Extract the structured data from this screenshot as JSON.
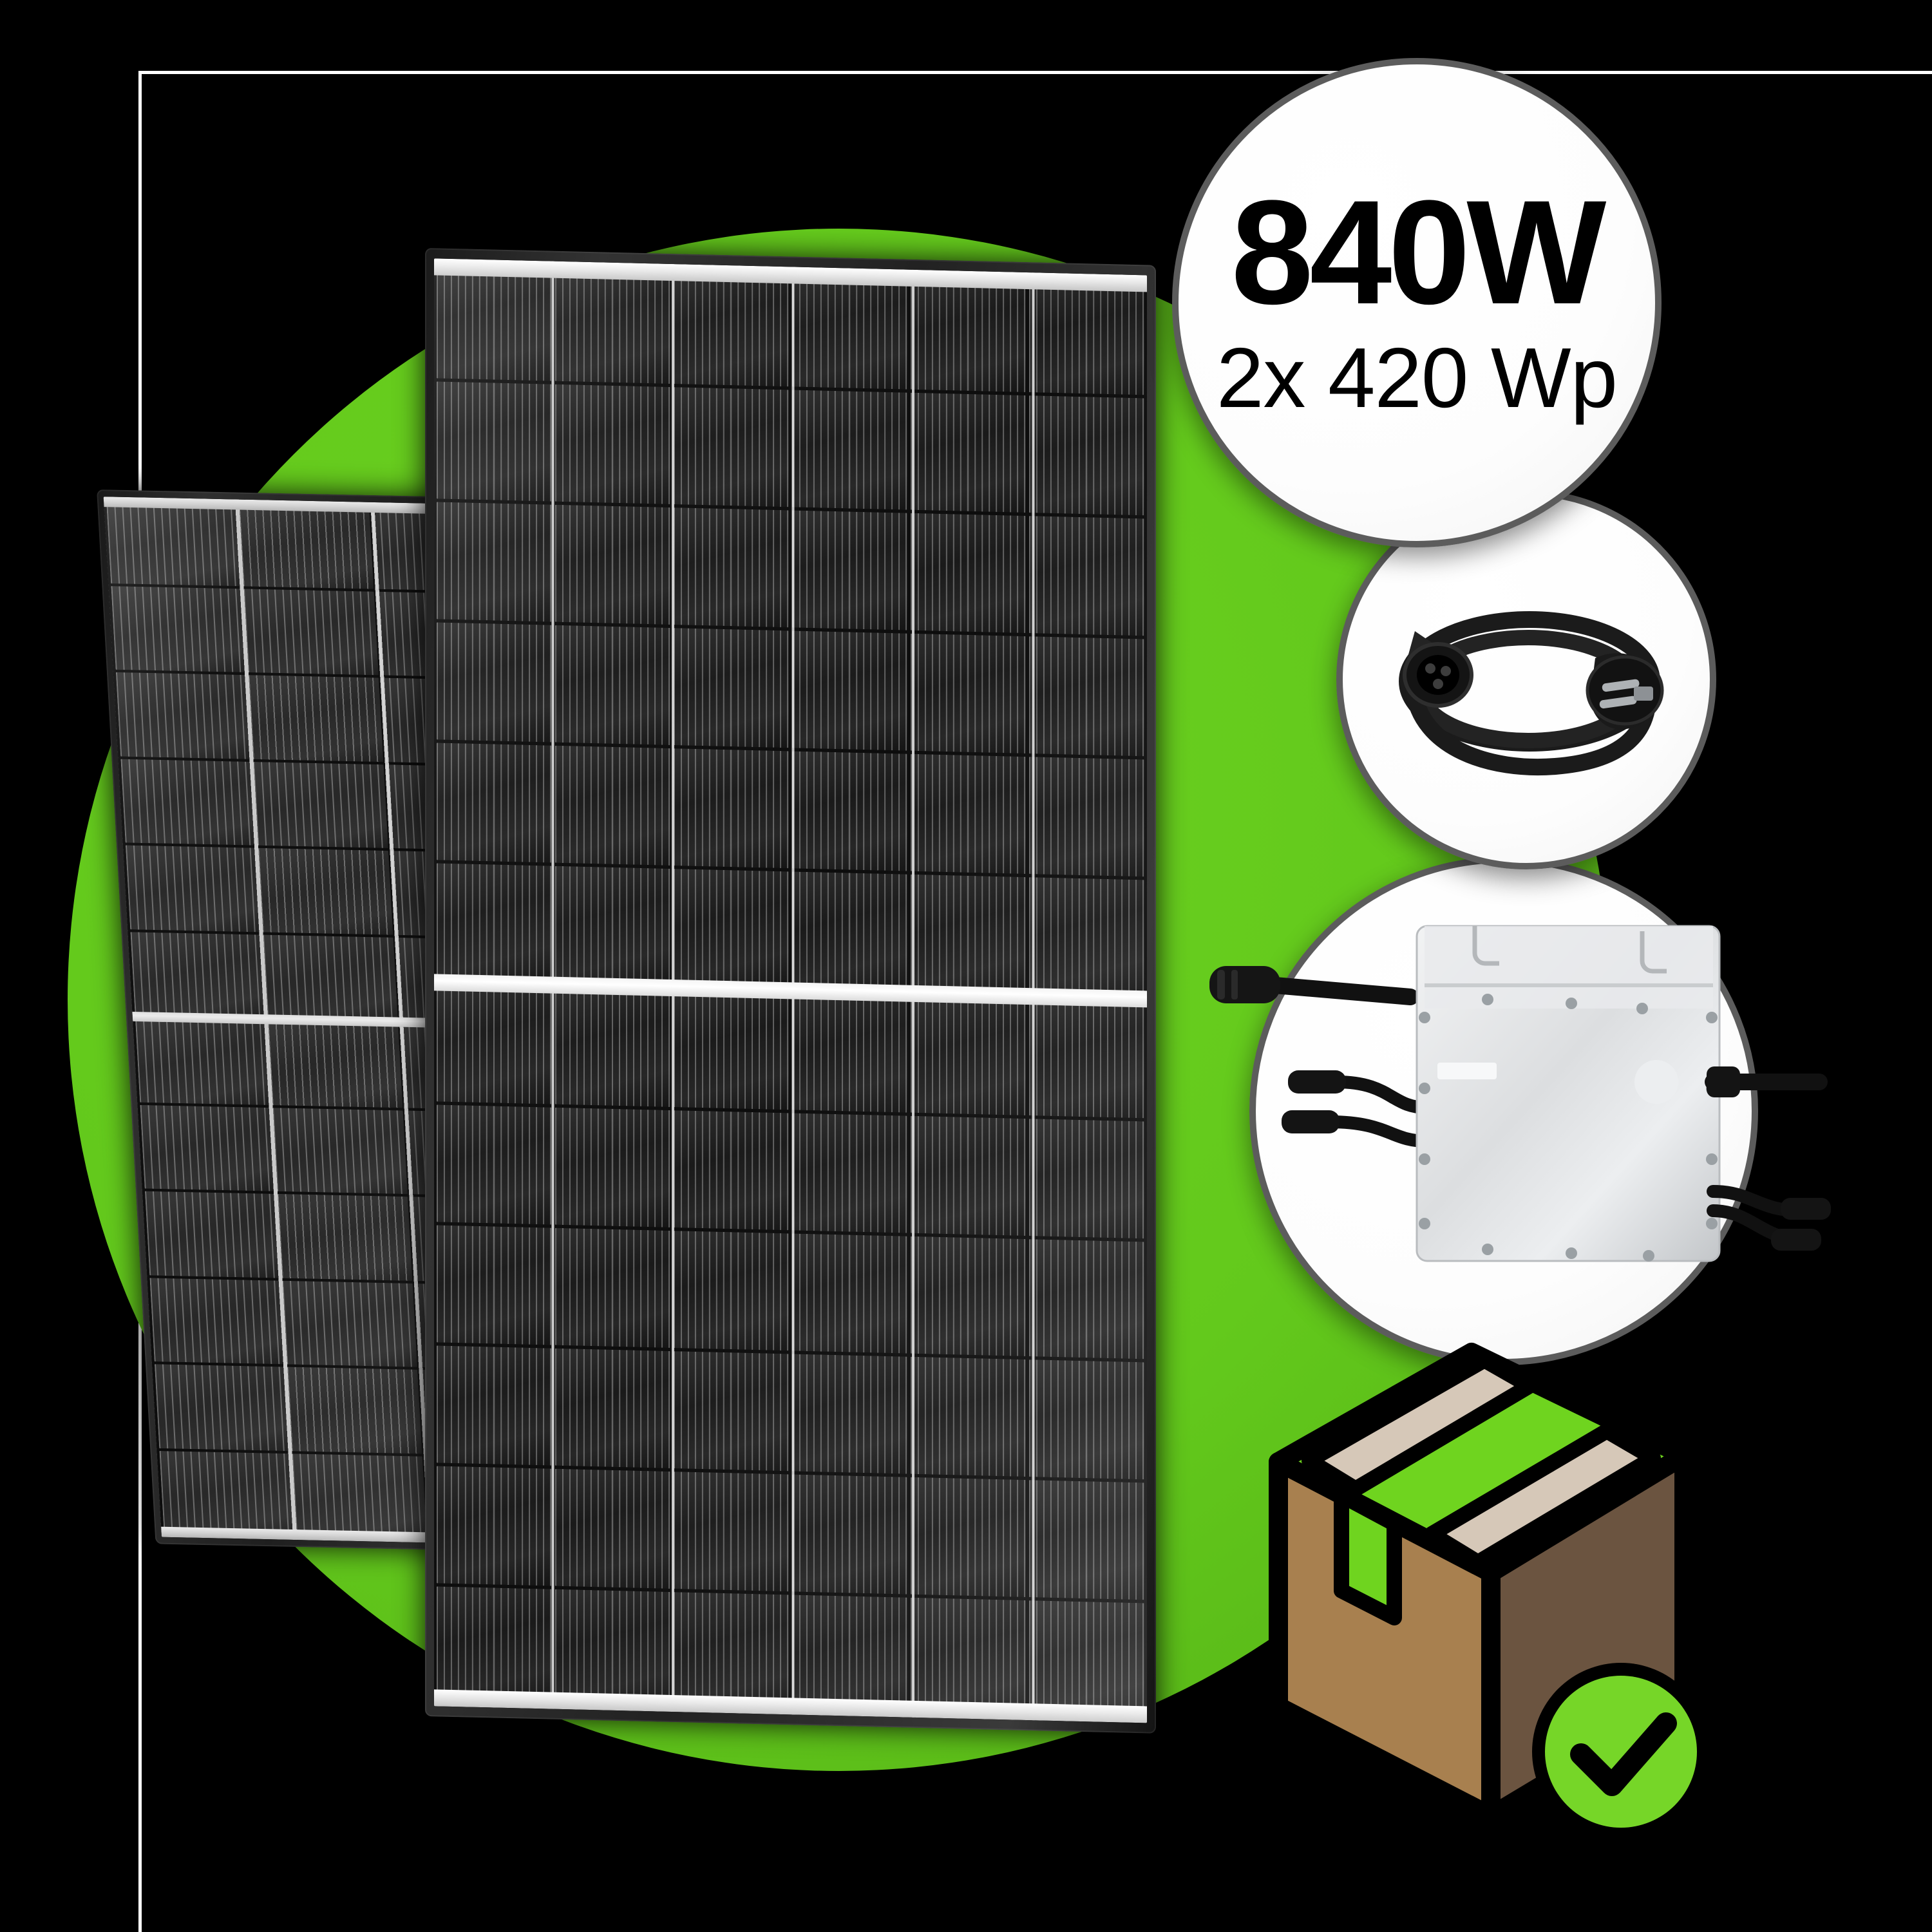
{
  "image": {
    "kind": "product-photo-composite",
    "subject": "Balcony solar power plant kit (2 PV modules, microinverter, AC cable)",
    "background_color": "#000000",
    "accent_green": "#63C91C",
    "callout_border_color": "#5C5C5C",
    "callout_fill_color": "#FFFFFF"
  },
  "badge": {
    "headline": "840W",
    "subline": "2x 420 Wp",
    "headline_color": "#000000",
    "subline_color": "#000000"
  },
  "callouts": [
    {
      "id": "power-badge",
      "name": "power-rating-badge",
      "content_type": "text",
      "primary_text": "840W",
      "secondary_text": "2x 420 Wp"
    },
    {
      "id": "cable-photo",
      "name": "ac-cable-photo",
      "content_type": "photo",
      "depicts": "black AC connection cable with Betteri BC01 connector and Schuko plug",
      "cable_color": "#1C1C1C"
    },
    {
      "id": "inverter-photo",
      "name": "microinverter-photo",
      "content_type": "photo",
      "depicts": "silver aluminium microinverter with MC4 DC connectors and AC output cable",
      "housing_color": "#D8DADC"
    }
  ],
  "panels": [
    {
      "id": "panel-back",
      "name": "solar-panel-back",
      "frame_color": "#2B2B2B",
      "cell_color": "#2E2E2E",
      "busbar_color": "#FFFFFF",
      "columns": 3,
      "rows": 12,
      "orientation": "tilted-left"
    },
    {
      "id": "panel-front",
      "name": "solar-panel-front",
      "frame_color": "#232323",
      "cell_color": "#1E1E1E",
      "busbar_color": "#FFFFFF",
      "columns": 6,
      "rows": 12,
      "orientation": "upright"
    }
  ],
  "parcel": {
    "name": "delivery-box-icon",
    "top_face_color": "#6FD41F",
    "tape_color": "#D6C8B8",
    "left_face_color": "#A8804F",
    "right_face_color": "#6B5440",
    "outline_color": "#000000",
    "check_badge": {
      "name": "check-badge",
      "circle_color": "#76D628",
      "check_color": "#000000",
      "glyph": "check-icon"
    }
  },
  "icon_names": [
    "solar-panel-icon",
    "ac-cable-icon",
    "microinverter-icon",
    "delivery-box-icon",
    "check-icon"
  ]
}
